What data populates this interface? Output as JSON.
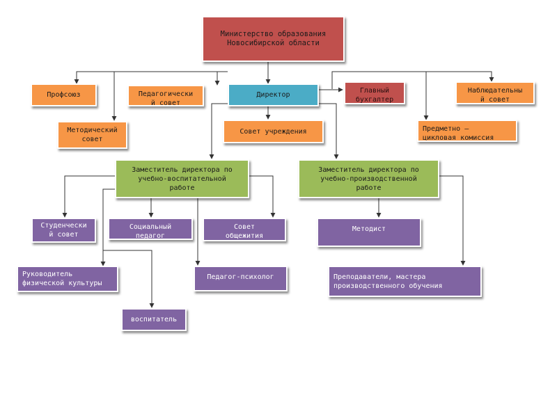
{
  "colors": {
    "ministry": "#c0504d",
    "director": "#4bacc6",
    "orange_boxes": "#f79646",
    "green_boxes": "#9bbb59",
    "purple_boxes": "#8064a2",
    "connector": "#333333"
  },
  "nodes": {
    "ministry": "Министерство образования\nНовосибирской области",
    "director": "Директор",
    "profsoyuz": "Профсоюз",
    "ped_council": "Педагогически\nй совет",
    "chief_accountant": "Главный\nбухгалтер",
    "supervisory_board": "Наблюдательны\nй совет",
    "methodical_council": "Методический\nсовет",
    "institution_council": "Совет учреждения",
    "subject_cycle_commission": "Предметно –\nцикловая комиссия",
    "deputy_educational": "Заместитель директора по\nучебно-воспитательной\nработе",
    "deputy_production": "Заместитель директора по\nучебно-производственной\nработе",
    "student_council": "Студенчески\nй совет",
    "social_pedagogue": "Социальный\nпедагог",
    "dormitory_council": "Совет\nобщежития",
    "methodist": "Методист",
    "pe_head": "Руководитель\nфизической культуры",
    "psychologist": "Педагог-психолог",
    "teachers_masters": "Преподаватели, мастера\nпроизводственного обучения",
    "educator": "воспитатель"
  }
}
